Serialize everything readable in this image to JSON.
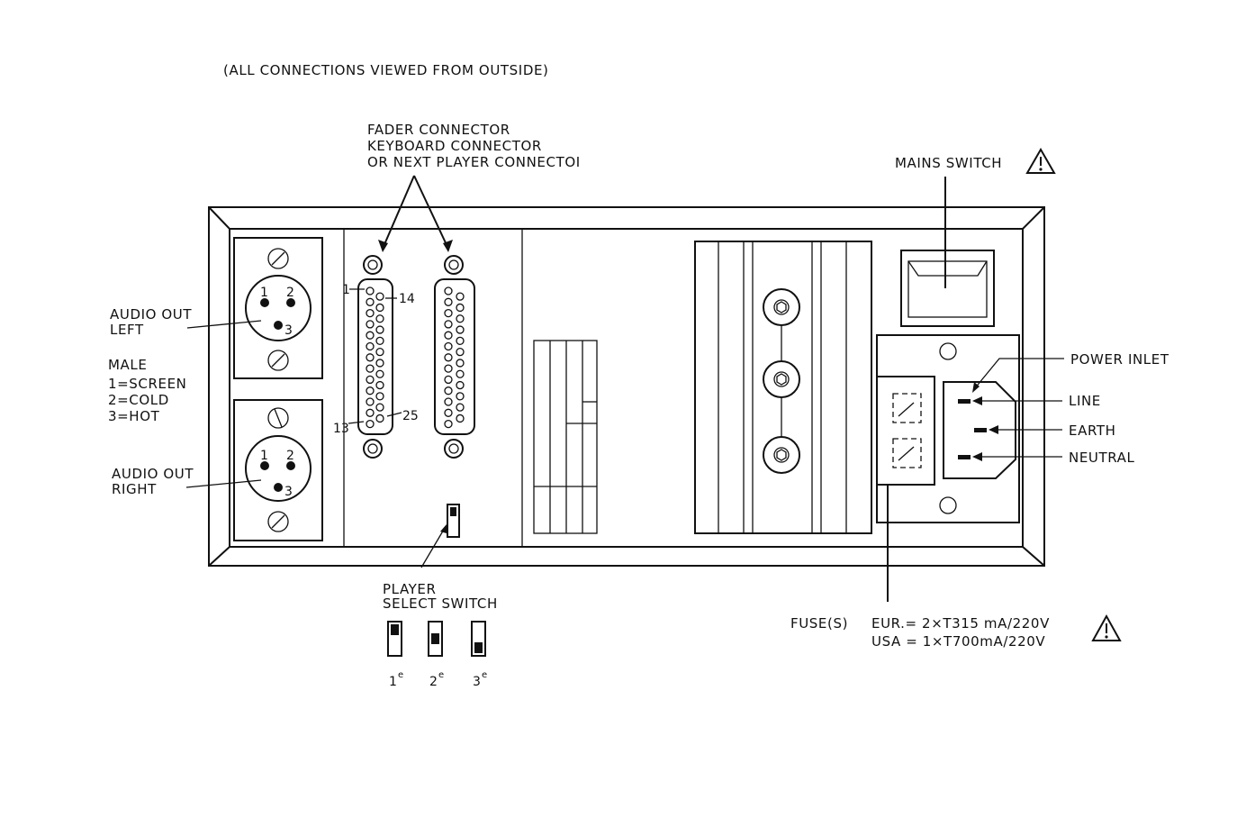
{
  "header": "(ALL CONNECTIONS VIEWED FROM OUTSIDE)",
  "connector_label": [
    "FADER CONNECTOR",
    "KEYBOARD CONNECTOR",
    "OR NEXT PLAYER CONNECTOI"
  ],
  "mains_switch": "MAINS SWITCH",
  "audio_left": [
    "AUDIO OUT",
    "LEFT"
  ],
  "audio_right": [
    "AUDIO OUT",
    "RIGHT"
  ],
  "xlr_legend": [
    "MALE",
    "1=SCREEN",
    "2=COLD",
    "3=HOT"
  ],
  "xlr_pins": [
    "1",
    "2",
    "3"
  ],
  "dsub_pins": {
    "p1": "1",
    "p14": "14",
    "p13": "13",
    "p25": "25"
  },
  "power": {
    "inlet": "POWER INLET",
    "line": "LINE",
    "earth": "EARTH",
    "neutral": "NEUTRAL"
  },
  "player_switch": [
    "PLAYER",
    "SELECT SWITCH"
  ],
  "switch_positions": [
    {
      "num": "1",
      "sup": "e"
    },
    {
      "num": "2",
      "sup": "e"
    },
    {
      "num": "3",
      "sup": "e"
    }
  ],
  "fuse": {
    "label": "FUSE(S)",
    "eur": "EUR.= 2×T315 mA/220V",
    "usa": "USA = 1×T700mA/220V"
  },
  "icons": [
    "warning-triangle-icon"
  ]
}
